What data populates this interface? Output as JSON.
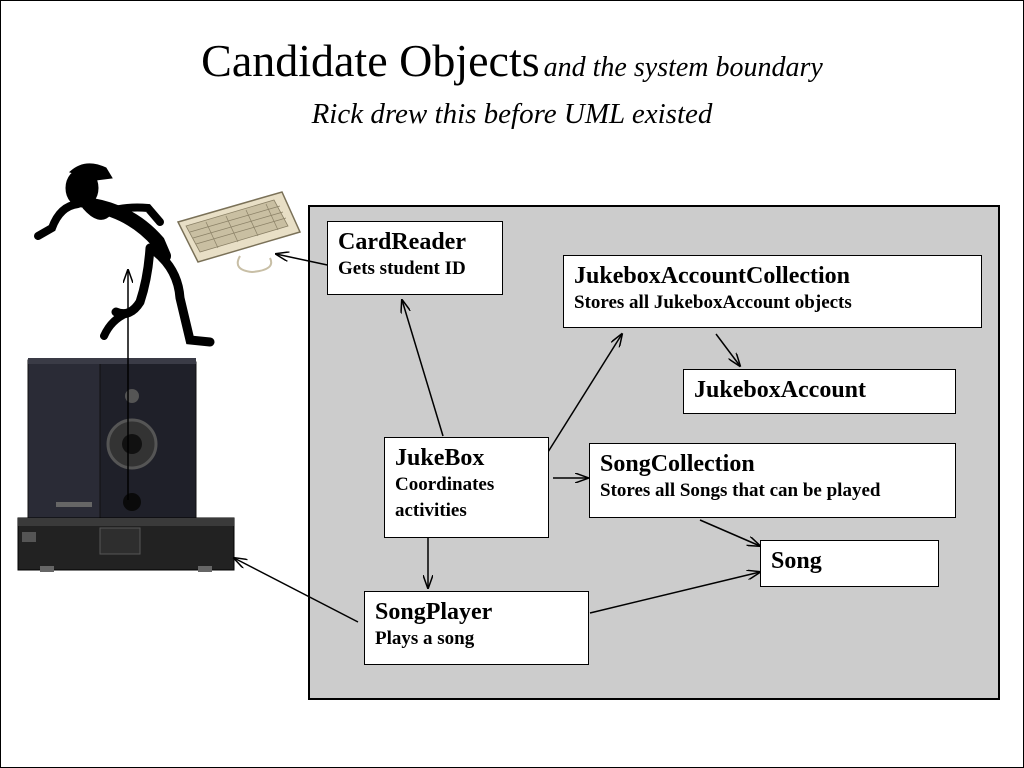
{
  "title": {
    "main": "Candidate Objects",
    "sub": "and the system boundary",
    "line2": "Rick drew this before UML existed"
  },
  "objects": {
    "cardreader": {
      "name": "CardReader",
      "desc": "Gets student ID"
    },
    "jukeboxaccountcollection": {
      "name": "JukeboxAccountCollection",
      "desc": "Stores all JukeboxAccount objects"
    },
    "jukeboxaccount": {
      "name": "JukeboxAccount"
    },
    "jukebox": {
      "name": "JukeBox",
      "desc": "Coordinates activities"
    },
    "songcollection": {
      "name": "SongCollection",
      "desc": "Stores all Songs that can be played"
    },
    "song": {
      "name": "Song"
    },
    "songplayer": {
      "name": "SongPlayer",
      "desc": "Plays a song"
    }
  },
  "colors": {
    "boundary_fill": "#cccccc",
    "box_fill": "#ffffff",
    "line": "#000000"
  },
  "icons": [
    "student-figure-icon",
    "keyboard-icon",
    "speaker-stereo-icon"
  ]
}
